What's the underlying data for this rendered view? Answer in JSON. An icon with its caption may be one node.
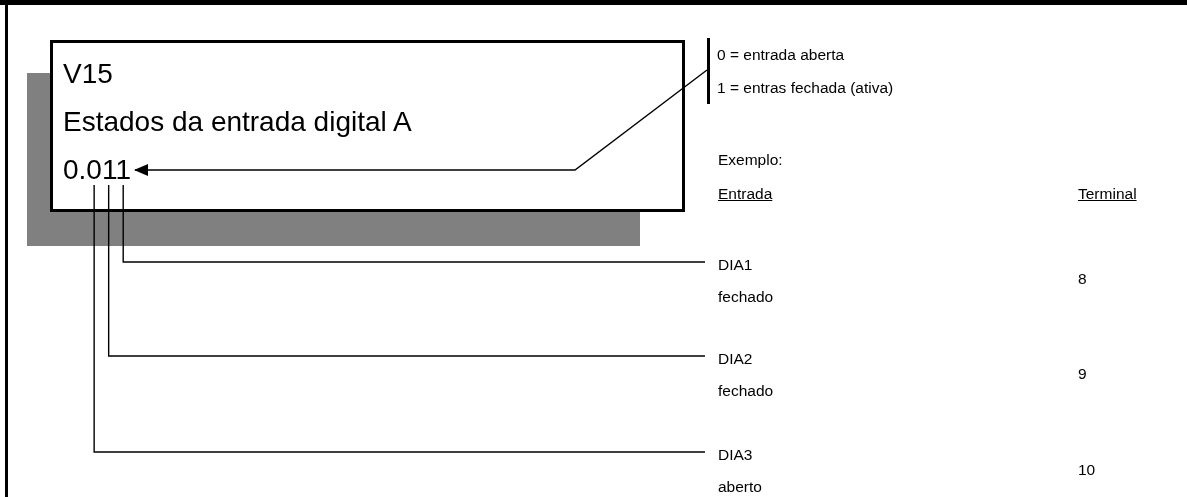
{
  "diagram": {
    "nodes": [
      {
        "text": [
          "V15",
          "Estados da entrada digital A"
        ]
      },
      {
        "text": [
          "0.011"
        ],
        "in": 0
      },
      {
        "text": [
          "0 = entrada aberta",
          "1 = entras fechada (ativa)"
        ]
      },
      {
        "text": [
          "DIA1 fechado"
        ]
      },
      {
        "text": [
          "DIA2 fechado"
        ]
      },
      {
        "text": [
          "DIA3 aberto"
        ]
      }
    ],
    "edges": [
      {
        "from": 2,
        "to": 1,
        "arrow": "to"
      },
      {
        "from": 3,
        "to": 1,
        "arrow": "none"
      },
      {
        "from": 4,
        "to": 1,
        "arrow": "none"
      },
      {
        "from": 5,
        "to": 1,
        "arrow": "none"
      }
    ],
    "labels": [
      "Exemplo:",
      "Entrada",
      "Terminal",
      "8",
      "9",
      "10"
    ]
  }
}
